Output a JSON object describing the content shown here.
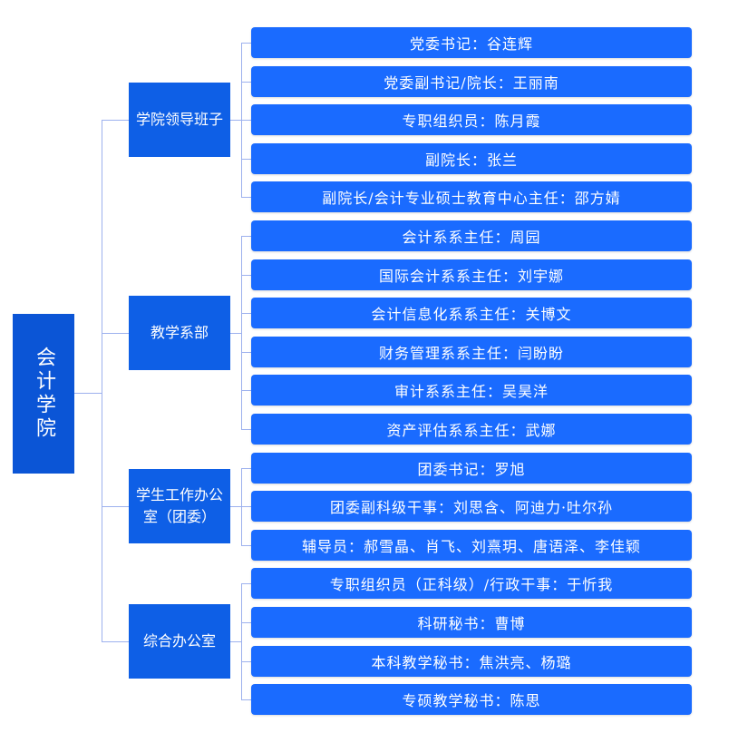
{
  "root": {
    "label": "会计学院"
  },
  "departments": [
    {
      "label": "学院领导班子",
      "members": [
        "党委书记：谷连辉",
        "党委副书记/院长：王丽南",
        "专职组织员：陈月霞",
        "副院长：张兰",
        "副院长/会计专业硕士教育中心主任：邵方婧"
      ]
    },
    {
      "label": "教学系部",
      "members": [
        "会计系系主任：周园",
        "国际会计系系主任：刘宇娜",
        "会计信息化系系主任：关博文",
        "财务管理系系主任：闫盼盼",
        "审计系系主任：吴昊洋",
        "资产评估系系主任：武娜"
      ]
    },
    {
      "label": "学生工作办公室（团委）",
      "members": [
        "团委书记：罗旭",
        "团委副科级干事：刘思含、阿迪力·吐尔孙",
        "辅导员：郝雪晶、肖飞、刘熹玥、唐语泽、李佳颖"
      ]
    },
    {
      "label": "综合办公室",
      "members": [
        "专职组织员（正科级）/行政干事：于忻我",
        "科研秘书：曹博",
        "本科教学秘书：焦洪亮、杨璐",
        "专硕教学秘书：陈思"
      ]
    }
  ],
  "colors": {
    "leaf": "#1a6bff",
    "department": "#0e5fe6",
    "root": "#0b55d6",
    "connector": "#9db1ee"
  }
}
